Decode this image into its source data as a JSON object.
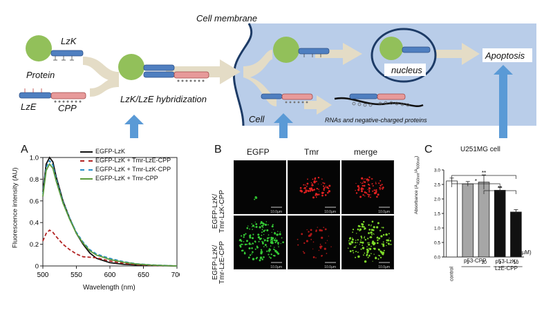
{
  "diagram": {
    "protein": "Protein",
    "lzk": "LzK",
    "lze": "LzE",
    "cpp": "CPP",
    "hybridization": "LzK/LzE hybridization",
    "cell_membrane": "Cell membrane",
    "cell": "Cell",
    "nucleus": "nucleus",
    "apoptosis": "Apoptosis",
    "rnas": "RNAs and negative-charged proteins"
  },
  "colors": {
    "cell_bg": "#b9cde9",
    "green_protein": "#92c05a",
    "blue_block": "#4f7fc0",
    "pink_block": "#e79a9a",
    "arrow_beige": "#e4dcc6",
    "arrow_blue": "#5a9ad6"
  },
  "panel_a": {
    "label": "A",
    "ylabel": "Fluorescence intensity (AU)",
    "xlabel": "Wavelength (nm)"
  },
  "panel_b": {
    "label": "B",
    "col_headers": [
      "EGFP",
      "Tmr",
      "merge"
    ],
    "row1_label_a": "EGFP-LzK/",
    "row1_label_b": "Tmr-LzK-CPP",
    "row2_label_a": "EGFP-LzK/",
    "row2_label_b": "Tmr-LzE-CPP",
    "scalebar": "10.0µm"
  },
  "panel_c": {
    "label": "C",
    "title": "U251MG cell",
    "unit": "(µM)",
    "group_p53": "p53-CPP",
    "group_lz_a": "p53-LzK/",
    "group_lz_b": "LzE-CPP"
  },
  "chart_data": [
    {
      "type": "line",
      "xlabel": "Wavelength (nm)",
      "ylabel": "Fluorescence intensity (AU)",
      "xlim": [
        500,
        700
      ],
      "ylim": [
        0,
        1.0
      ],
      "xticks": [
        500,
        550,
        600,
        650,
        700
      ],
      "yticks": [
        0,
        0.2,
        0.4,
        0.6,
        0.8,
        1.0
      ],
      "x": [
        500,
        505,
        510,
        515,
        520,
        530,
        540,
        550,
        560,
        570,
        580,
        590,
        600,
        620,
        640,
        660,
        680,
        700
      ],
      "series": [
        {
          "name": "EGFP-LzK",
          "color": "#111111",
          "dash": "",
          "values": [
            0.68,
            0.94,
            1.0,
            0.96,
            0.82,
            0.6,
            0.44,
            0.3,
            0.2,
            0.12,
            0.07,
            0.05,
            0.03,
            0.015,
            0.008,
            0.004,
            0.002,
            0.0
          ]
        },
        {
          "name": "EGFP-LzK + Tmr-LzE-CPP",
          "color": "#b22222",
          "dash": "5,3",
          "values": [
            0.23,
            0.3,
            0.33,
            0.31,
            0.27,
            0.2,
            0.15,
            0.11,
            0.085,
            0.08,
            0.075,
            0.06,
            0.045,
            0.025,
            0.012,
            0.006,
            0.003,
            0.0
          ]
        },
        {
          "name": "EGFP-LzK + Tmr-LzK-CPP",
          "color": "#2a8fc7",
          "dash": "5,3",
          "values": [
            0.66,
            0.91,
            0.97,
            0.93,
            0.8,
            0.59,
            0.44,
            0.31,
            0.22,
            0.15,
            0.11,
            0.09,
            0.07,
            0.04,
            0.02,
            0.01,
            0.005,
            0.0
          ]
        },
        {
          "name": "EGFP-LzK + Tmr-CPP",
          "color": "#5a9a3c",
          "dash": "",
          "values": [
            0.64,
            0.88,
            0.94,
            0.9,
            0.78,
            0.58,
            0.43,
            0.3,
            0.21,
            0.14,
            0.1,
            0.08,
            0.06,
            0.035,
            0.018,
            0.009,
            0.004,
            0.0
          ]
        }
      ]
    },
    {
      "type": "bar",
      "title": "U251MG cell",
      "ylabel": "Absorbance (A450nm/A600nm)",
      "ylim": [
        0,
        3.0
      ],
      "yticks": [
        "0.0",
        "0.5",
        "1.0",
        "1.5",
        "2.0",
        "2.5",
        "3.0"
      ],
      "categories": [
        "control",
        "1",
        "10",
        "1",
        "10"
      ],
      "values": [
        2.62,
        2.52,
        2.58,
        2.3,
        1.55
      ],
      "errors": [
        0.1,
        0.08,
        0.25,
        0.1,
        0.08
      ],
      "fills": [
        "#ffffff",
        "#a6a6a6",
        "#a6a6a6",
        "#111111",
        "#111111"
      ],
      "significance": [
        {
          "from": 0,
          "to": 3,
          "label": "*"
        },
        {
          "from": 0,
          "to": 4,
          "label": "**"
        },
        {
          "from": 2,
          "to": 4,
          "label": "**"
        }
      ]
    }
  ]
}
